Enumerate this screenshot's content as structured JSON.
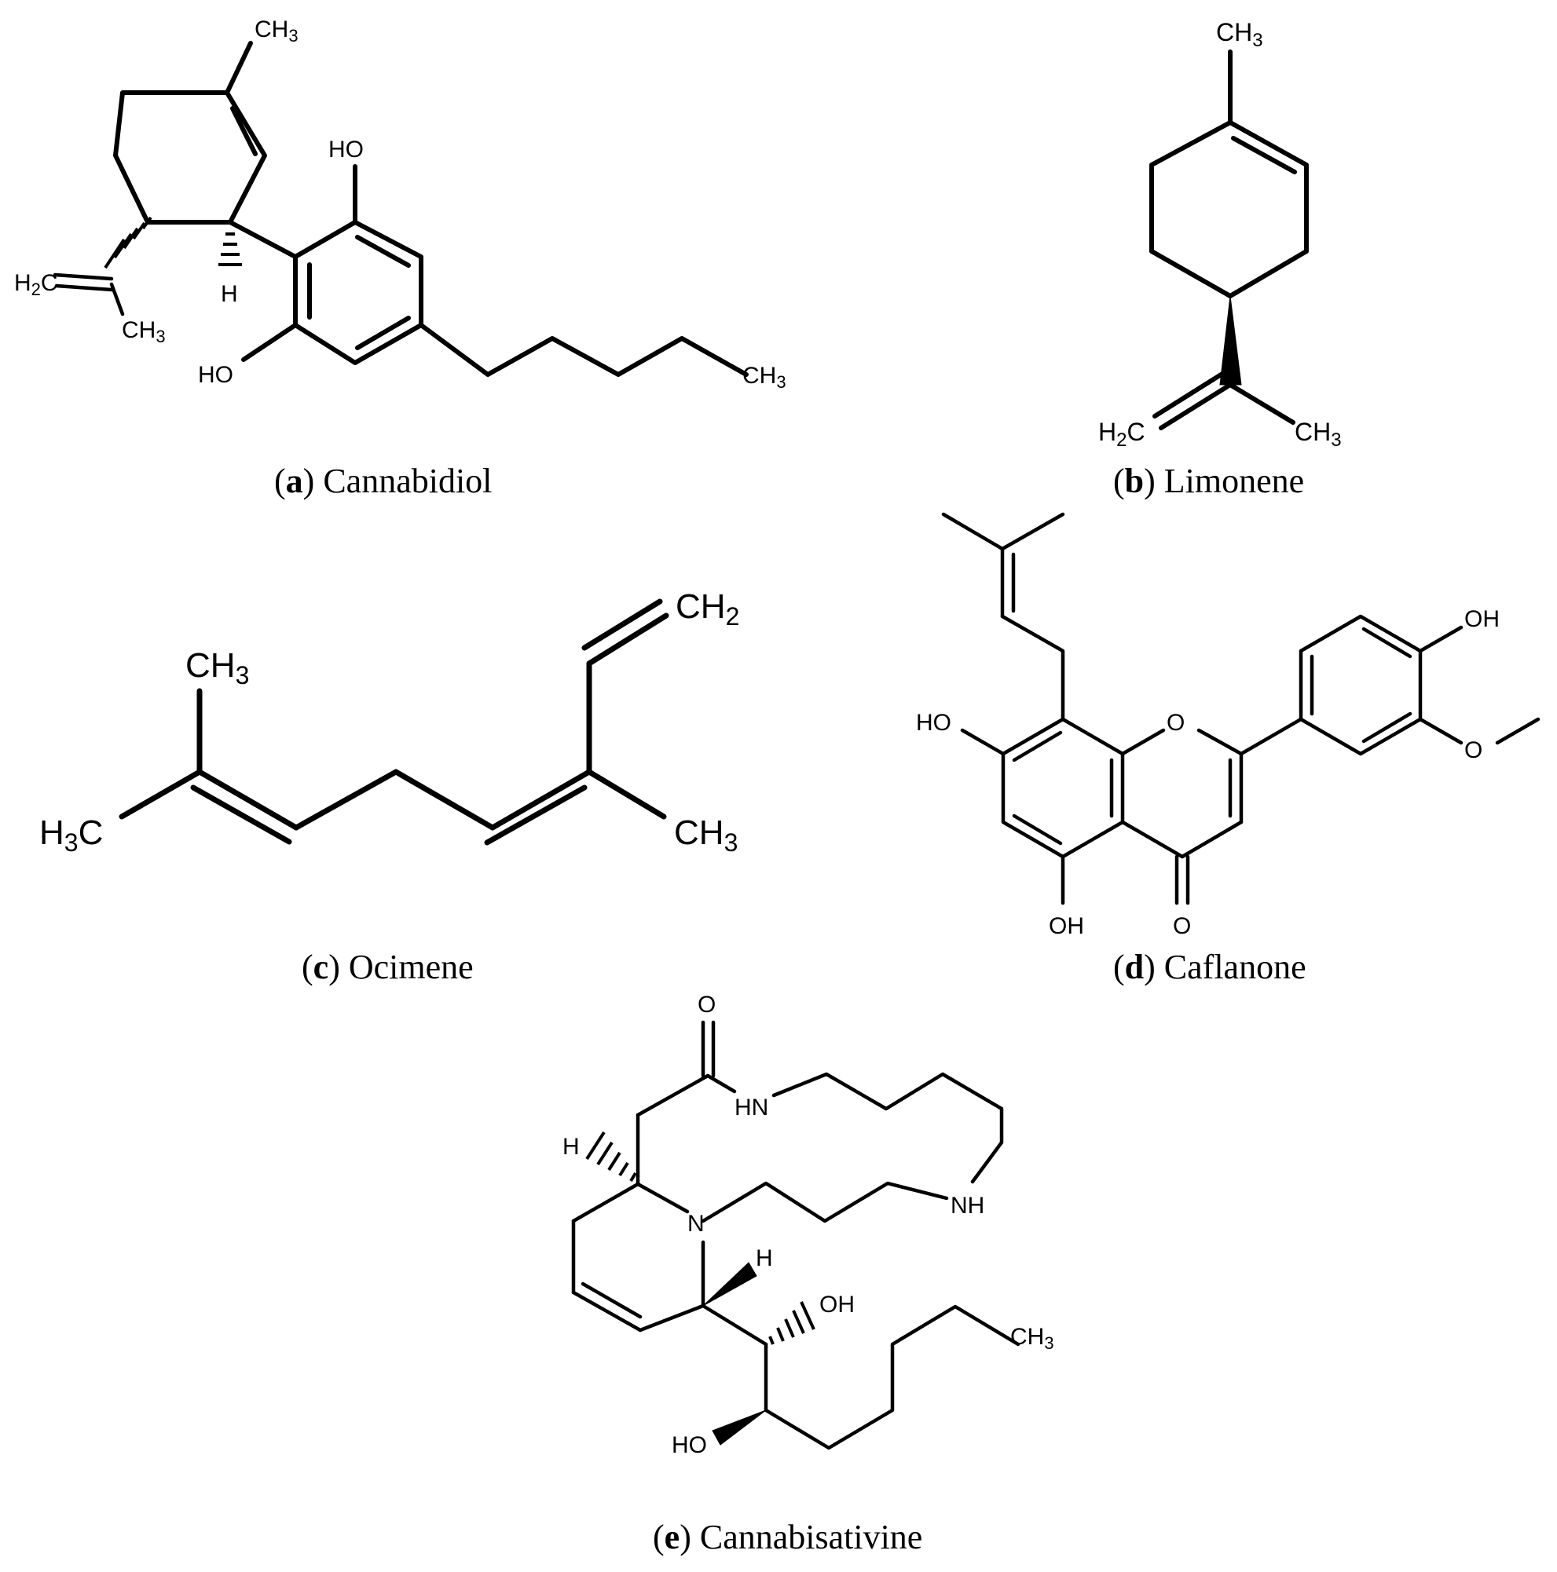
{
  "panels": [
    {
      "letter": "a",
      "name": "Cannabidiol"
    },
    {
      "letter": "b",
      "name": "Limonene"
    },
    {
      "letter": "c",
      "name": "Ocimene"
    },
    {
      "letter": "d",
      "name": "Caflanone"
    },
    {
      "letter": "e",
      "name": "Cannabisativine"
    }
  ],
  "labels": {
    "ch3": "CH",
    "h3c": "H",
    "h2c": "H",
    "ch2": "CH",
    "c": "C",
    "sub2": "2",
    "sub3": "3",
    "ho": "HO",
    "oh": "OH",
    "o": "O",
    "h": "H",
    "hn": "HN",
    "nh": "NH",
    "n": "N"
  }
}
